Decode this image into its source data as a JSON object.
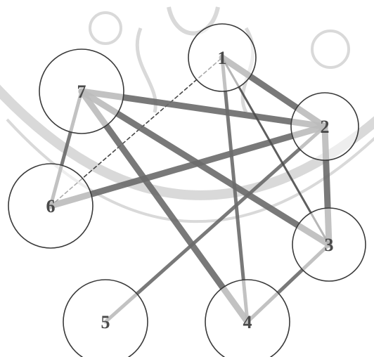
{
  "diagram": {
    "nodes": [
      {
        "id": "1",
        "label": "1"
      },
      {
        "id": "2",
        "label": "2"
      },
      {
        "id": "3",
        "label": "3"
      },
      {
        "id": "4",
        "label": "4"
      },
      {
        "id": "5",
        "label": "5"
      },
      {
        "id": "6",
        "label": "6"
      },
      {
        "id": "7",
        "label": "7"
      }
    ],
    "edges": [
      {
        "from": "1",
        "to": "2",
        "style": "thick"
      },
      {
        "from": "2",
        "to": "3",
        "style": "thick"
      },
      {
        "from": "3",
        "to": "4",
        "style": "medium"
      },
      {
        "from": "5",
        "to": "2",
        "style": "medium"
      },
      {
        "from": "6",
        "to": "2",
        "style": "thick"
      },
      {
        "from": "6",
        "to": "1",
        "style": "dashed"
      },
      {
        "from": "7",
        "to": "4",
        "style": "thick"
      },
      {
        "from": "7",
        "to": "2",
        "style": "thick"
      },
      {
        "from": "7",
        "to": "3",
        "style": "thick"
      },
      {
        "from": "7",
        "to": "6",
        "style": "medium"
      },
      {
        "from": "1",
        "to": "4",
        "style": "medium"
      },
      {
        "from": "1",
        "to": "3",
        "style": "thin"
      }
    ],
    "colors": {
      "edge": "#6b6b6b",
      "edge_dark": "#4d4d4d",
      "node_stroke": "#3a3a3a",
      "node_fill": "#ffffff",
      "label": "#4a4a4a",
      "watermark": "#d6d6d6"
    }
  }
}
